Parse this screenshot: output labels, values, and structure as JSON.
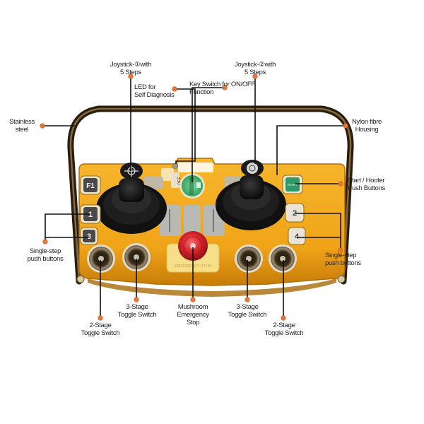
{
  "title": "Wireless Crane Remote Control Diagram",
  "colors": {
    "housing": "#f2a81c",
    "housing_dark": "#c97f0a",
    "frame": "#3a2a14",
    "leader": "#111111",
    "dot": "#e8773a",
    "start_button": "#2e9a6a",
    "key_switch": "#3cae6c",
    "estop": "#d8262f",
    "panel_grey": "#b9b9b4"
  },
  "labels": {
    "joystick1": [
      "Joystick-①with",
      "5 Steps"
    ],
    "joystick2": [
      "Joystick-②with",
      "5 Steps"
    ],
    "led": [
      "LED for",
      "Self Diagnosis"
    ],
    "key_switch": [
      "Key Switch for ON/OFF",
      "Function"
    ],
    "stainless": [
      "Stainless",
      "steel"
    ],
    "nylon": [
      "Nylon fibre",
      "Housing"
    ],
    "start_hooter": [
      "Start / Hooter",
      "Push Buttons"
    ],
    "single_step_left": [
      "Single-step",
      "push buttons"
    ],
    "single_step_right": [
      "Single-step",
      "push buttons"
    ],
    "toggle2_left": [
      "2-Stage",
      "Toggle Switch"
    ],
    "toggle3_left": [
      "3-Stage",
      "Toggle Switch"
    ],
    "mushroom": [
      "Mushroom",
      "Emergency",
      "Stop"
    ],
    "toggle3_right": [
      "3-Stage",
      "Toggle Switch"
    ],
    "toggle2_right": [
      "2-Stage",
      "Toggle Switch"
    ]
  },
  "device": {
    "buttons": {
      "f1": "F1",
      "b1": "1",
      "b2": "2",
      "b3": "3",
      "b4": "4",
      "start": "START"
    },
    "key_switch_text": "OFF",
    "estop_plate": "EMERGENCY STOP"
  }
}
